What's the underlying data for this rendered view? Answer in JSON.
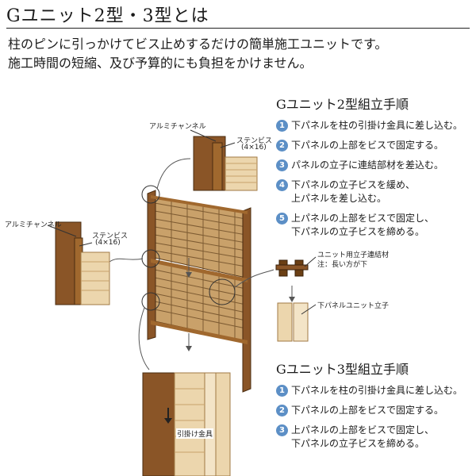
{
  "title": "Gユニット2型・3型とは",
  "intro": [
    "柱のピンに引っかけてビス止めするだけの簡単施工ユニットです。",
    "施工時間の短縮、及び予算的にも負担をかけません。"
  ],
  "g2": {
    "title": "Gユニット2型組立手順",
    "steps": [
      {
        "num": "1",
        "lines": [
          "下パネルを柱の引掛け金具に差し込む。"
        ]
      },
      {
        "num": "2",
        "lines": [
          "下パネルの上部をビスで固定する。"
        ]
      },
      {
        "num": "3",
        "lines": [
          "パネルの立子に連結部材を差込む。"
        ]
      },
      {
        "num": "4",
        "lines": [
          "下パネルの立子ビスを緩め、",
          "上パネルを差し込む。"
        ]
      },
      {
        "num": "5",
        "lines": [
          "上パネルの上部をビスで固定し、",
          "下パネルの立子ビスを締める。"
        ]
      }
    ]
  },
  "g3": {
    "title": "Gユニット3型組立手順",
    "steps": [
      {
        "num": "1",
        "lines": [
          "下パネルを柱の引掛け金具に差し込む。"
        ]
      },
      {
        "num": "2",
        "lines": [
          "下パネルの上部をビスで固定する。"
        ]
      },
      {
        "num": "3",
        "lines": [
          "上パネルの上部をビスで固定し、",
          "下パネルの立子ビスを締める。"
        ]
      }
    ]
  },
  "labels": {
    "aluminum_channel": "アルミチャンネル",
    "stainless_screw": "ステンビス",
    "screw_size": "(4×16)",
    "connector_title": "ユニット用立子連結材",
    "connector_note": "注：長い方が下",
    "lower_panel_upright": "下パネルユニット立子",
    "hook_fitting": "引掛け金具"
  },
  "colors": {
    "wood_dark": "#7a4a1f",
    "wood_mid": "#a0682e",
    "plank_light": "#ecd6ad",
    "lattice": "#8d6a40",
    "accent_blue": "#5c8fc6"
  }
}
